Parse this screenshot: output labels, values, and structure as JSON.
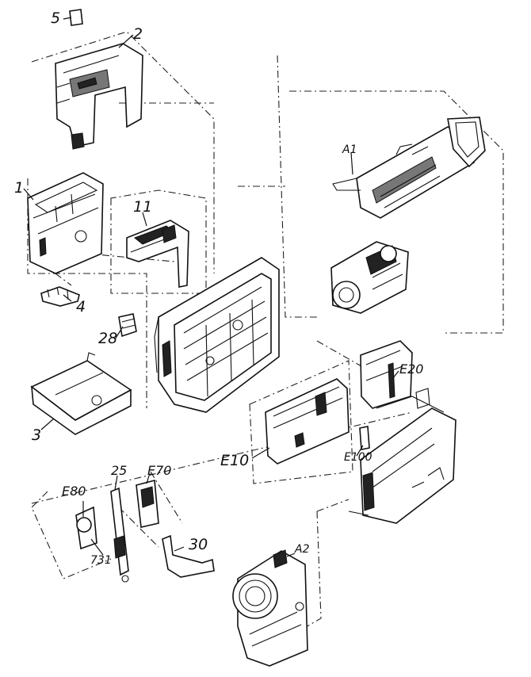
{
  "callouts": {
    "c1": "1",
    "c2": "2",
    "c3": "3",
    "c4": "4",
    "c5": "5",
    "c11": "11",
    "c25": "25",
    "c28": "28",
    "c30": "30",
    "c731": "731",
    "e10": "E10",
    "e20": "E20",
    "e70": "E70",
    "e80": "E80",
    "e100": "E100",
    "a1": "A1",
    "a2": "A2"
  },
  "colors": {
    "ink": "#111111",
    "paper": "#ffffff"
  }
}
